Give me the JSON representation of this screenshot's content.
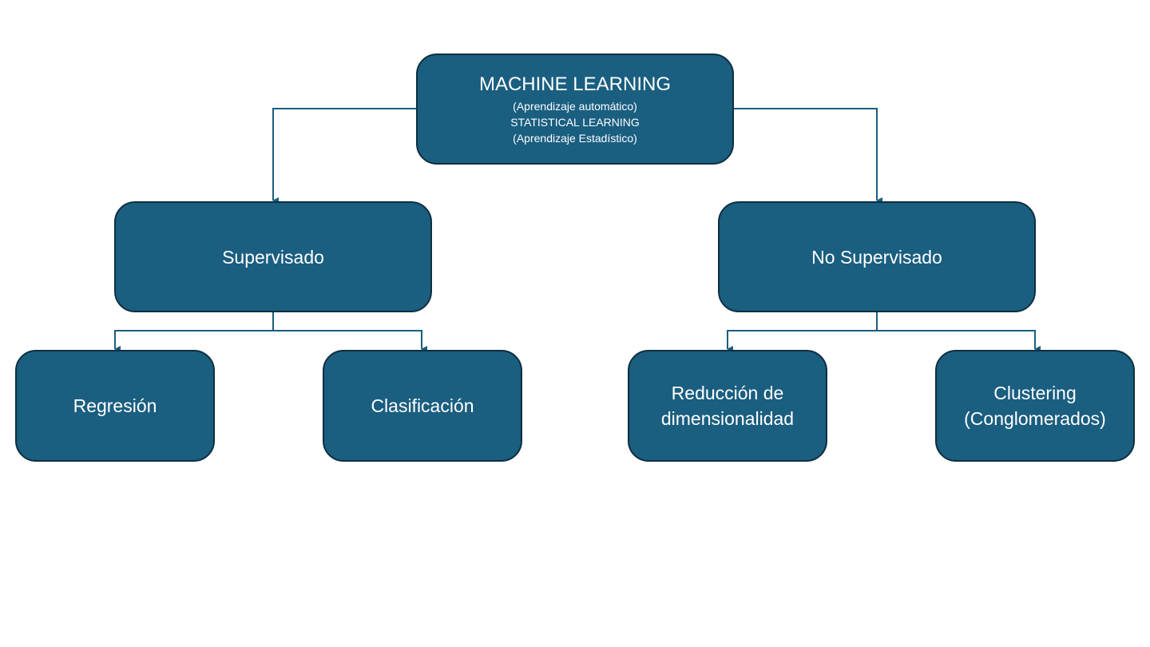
{
  "colors": {
    "node_fill": "#1a5e80",
    "node_border": "#0e2f40",
    "connector": "#1a5e80",
    "text": "#ffffff"
  },
  "root": {
    "title": "MACHINE LEARNING",
    "lines": [
      "(Aprendizaje automático)",
      "STATISTICAL LEARNING",
      "(Aprendizaje Estadístico)"
    ]
  },
  "level1": [
    {
      "label": "Supervisado"
    },
    {
      "label": "No Supervisado"
    }
  ],
  "level2": [
    {
      "lines": [
        "Regresión"
      ]
    },
    {
      "lines": [
        "Clasificación"
      ]
    },
    {
      "lines": [
        "Reducción de",
        "dimensionalidad"
      ]
    },
    {
      "lines": [
        "Clustering",
        "(Conglomerados)"
      ]
    }
  ]
}
